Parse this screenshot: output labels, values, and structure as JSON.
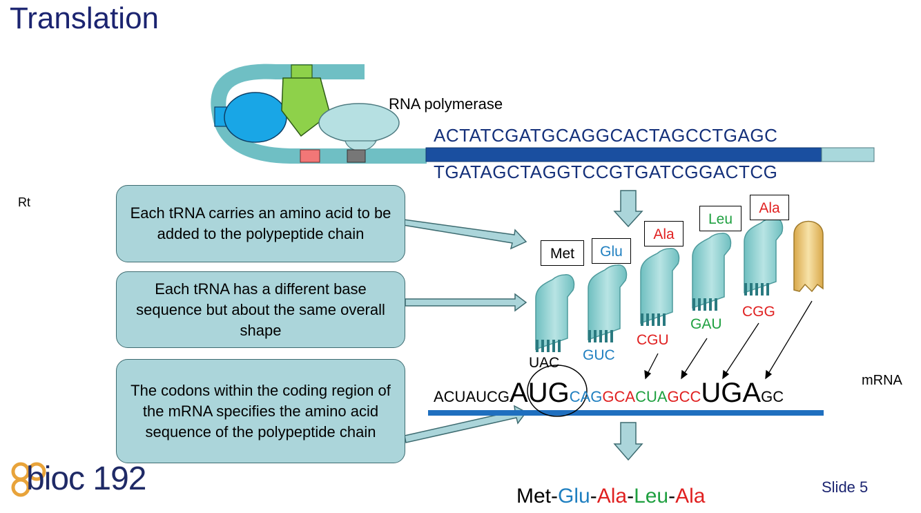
{
  "slide": {
    "title": "Translation",
    "rt_label": "Rt",
    "mrna_label": "mRNA",
    "slide_number": "Slide 5",
    "logo_text": "bioc 192"
  },
  "dna": {
    "rna_polymerase_label": "RNA polymerase",
    "top_strand": "ACTATCGATGCAGGCACTAGCCTGAGC",
    "bottom_strand": "TGATAGCTAGGTCCGTGATCGGACTCG"
  },
  "callouts": [
    "Each tRNA carries an amino acid to be added to the polypeptide chain",
    "Each tRNA has a different base sequence but about the same overall shape",
    "The codons within the coding region of the mRNA specifies the amino acid sequence of the polypeptide chain"
  ],
  "trnas": [
    {
      "amino_acid": "Met",
      "anticodon": "UAC",
      "color": "#000000"
    },
    {
      "amino_acid": "Glu",
      "anticodon": "GUC",
      "color": "#1f7fc0"
    },
    {
      "amino_acid": "Ala",
      "anticodon": "CGU",
      "color": "#e02020"
    },
    {
      "amino_acid": "Leu",
      "anticodon": "GAU",
      "color": "#1fa040"
    },
    {
      "amino_acid": "Ala",
      "anticodon": "CGG",
      "color": "#e02020"
    }
  ],
  "mrna": {
    "prefix": "ACUAUCG",
    "start_codon": "AUG",
    "codon_2": "CAG",
    "codon_3": "GCA",
    "codon_4": "CUA",
    "codon_5": "GCC",
    "stop_codon": "UGA",
    "suffix": "GC"
  },
  "peptide": {
    "aa1": "Met",
    "aa2": "Glu",
    "aa3": "Ala",
    "aa4": "Leu",
    "aa5": "Ala"
  },
  "colors": {
    "title": "#1b2470",
    "dna_strand": "#14307a",
    "callout_fill": "#abd5da",
    "mrna_bar": "#1f6fbf",
    "trna_body": "#8fcfd0",
    "release_factor": "#e8c270",
    "black": "#000000",
    "blue": "#1f7fc0",
    "red": "#e02020",
    "green": "#1fa040",
    "logo_accent": "#e8a33a"
  }
}
